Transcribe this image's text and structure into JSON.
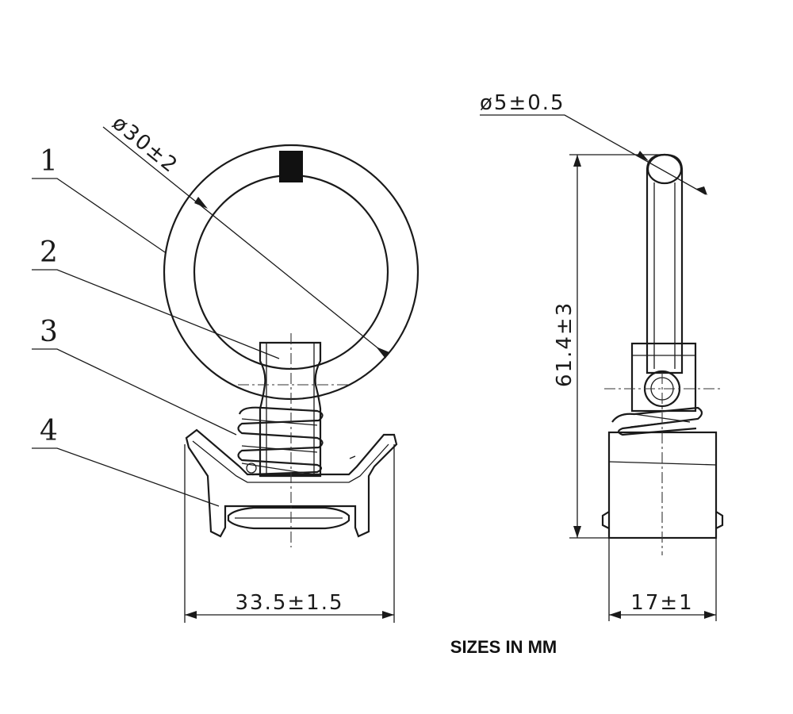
{
  "callouts": {
    "c1": "1",
    "c2": "2",
    "c3": "3",
    "c4": "4"
  },
  "dimensions": {
    "ring_diameter": "ø30±2",
    "ring_wire_diameter": "ø5±0.5",
    "height": "61.4±3",
    "front_width": "33.5±1.5",
    "side_width": "17±1"
  },
  "footer": {
    "note": "SIZES IN MM"
  }
}
